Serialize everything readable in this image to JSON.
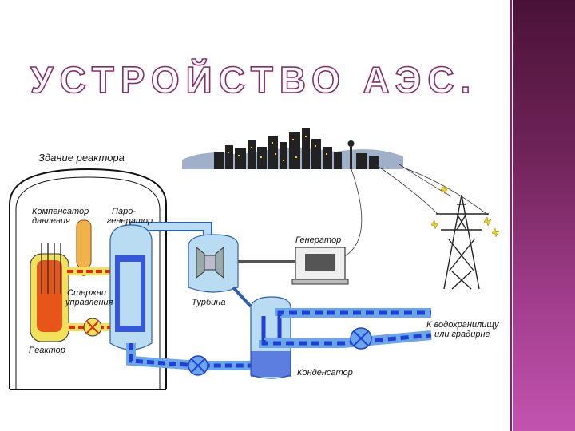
{
  "slide": {
    "title": "УСТРОЙСТВО АЭС."
  },
  "theme": {
    "accent": "#8a2a6e",
    "sidebar_top": "#4a1238",
    "sidebar_bottom": "#c254b0",
    "water_blue": "#1f3fd6",
    "steam_blue": "#b9dcf2",
    "reactor_red": "#e02a1a",
    "reactor_yellow": "#f2e25a"
  },
  "diagram": {
    "reactor_building": "Здание реактора",
    "pressurizer": [
      "Компенсатор",
      "давления"
    ],
    "steam_generator": [
      "Паро-",
      "генератор"
    ],
    "control_rods": [
      "Стержни",
      "управления"
    ],
    "reactor": "Реактор",
    "generator": "Генератор",
    "turbine": "Турбина",
    "condenser": "Конденсатор",
    "outlet": [
      "К водохранилищу",
      "или градирне"
    ]
  },
  "icons": [
    "city-skyline-icon",
    "power-tower-icon",
    "pump-icon",
    "turbine-icon",
    "lightning-icon"
  ]
}
